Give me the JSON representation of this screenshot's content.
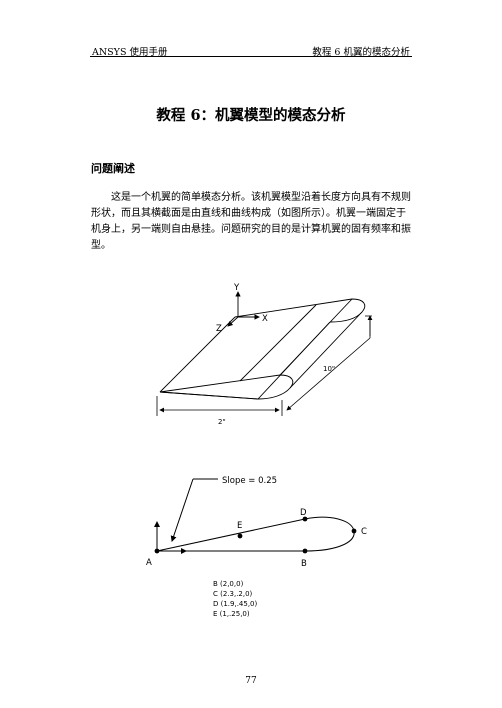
{
  "header": {
    "left": "ANSYS    使用手册",
    "right": "教程 6  机翼的模态分析"
  },
  "title": "教程 6：机翼模型的模态分析",
  "section": {
    "heading": "问题阐述",
    "paragraph": "这是一个机翼的简单模态分析。该机翼模型沿着长度方向具有不规则形状，而且其横截面是由直线和曲线构成（如图所示）。机翼一端固定于机身上，另一端则自由悬挂。问题研究的目的是计算机翼的固有频率和振型。"
  },
  "figure1": {
    "axis_y": "Y",
    "axis_x": "X",
    "axis_z": "Z",
    "dim_length": "10\"",
    "dim_width": "2\""
  },
  "figure2": {
    "slope_label": "Slope = 0.25",
    "point_A": "A",
    "point_B": "B",
    "point_C": "C",
    "point_D": "D",
    "point_E": "E",
    "coords": [
      "B (2,0,0)",
      "C (2.3,.2,0)",
      "D (1.9,.45,0)",
      "E (1,.25,0)"
    ]
  },
  "page_number": "77"
}
